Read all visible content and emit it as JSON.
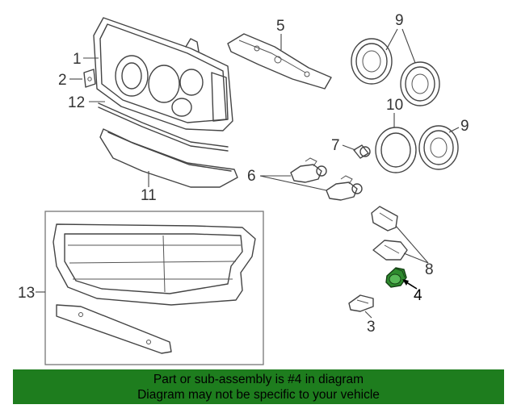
{
  "callouts": {
    "c1": "1",
    "c2": "2",
    "c3": "3",
    "c4": "4",
    "c5": "5",
    "c6": "6",
    "c7": "7",
    "c8": "8",
    "c9a": "9",
    "c9b": "9",
    "c10": "10",
    "c11": "11",
    "c12": "12",
    "c13": "13"
  },
  "banner": {
    "line1": "Part or sub-assembly is #4 in diagram",
    "line2": "Diagram may not be specific to your vehicle"
  },
  "colors": {
    "highlight": "#2e8b2e",
    "banner": "#1e7d1e"
  }
}
